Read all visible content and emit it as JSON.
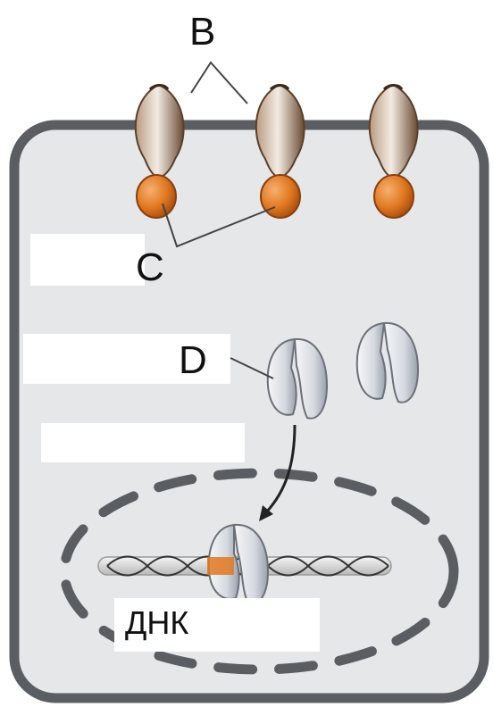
{
  "labels": {
    "receptor": "B",
    "g_protein": "C",
    "transcription_factor": "D",
    "dna": "ДНК"
  },
  "colors": {
    "cell_fill": "#e6e7e9",
    "cell_border": "#5a5e63",
    "receptor": "#8a6648",
    "g_protein": "#e07820",
    "factor": "#d9dde4",
    "dna": "#333333",
    "arrow": "#222222"
  }
}
